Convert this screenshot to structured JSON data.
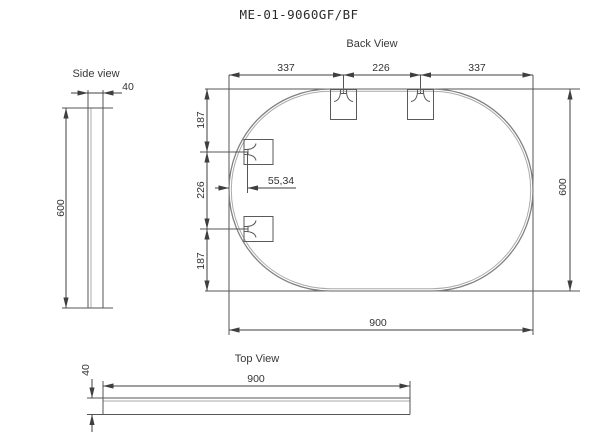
{
  "title": "ME-01-9060GF/BF",
  "views": {
    "back": {
      "label": "Back View",
      "dims": {
        "top_left": "337",
        "top_center": "226",
        "top_right": "337",
        "left_top": "187",
        "left_center": "226",
        "left_bottom": "187",
        "height": "600",
        "width": "900",
        "hanger_inset": "55,34"
      }
    },
    "side": {
      "label": "Side view",
      "dims": {
        "thickness": "40",
        "height": "600"
      }
    },
    "top": {
      "label": "Top View",
      "dims": {
        "width": "900",
        "thickness": "40"
      }
    }
  },
  "colors": {
    "background": "#ffffff",
    "object_line": "#808080",
    "dimension_line": "#3f3f3f",
    "text": "#333333"
  }
}
